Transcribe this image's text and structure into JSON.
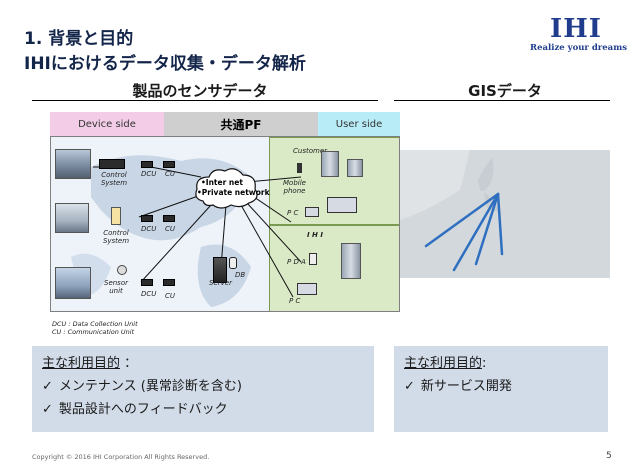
{
  "header": {
    "title_line1": "1. 背景と目的",
    "title_line2": "IHIにおけるデータ収集・データ解析",
    "logo_text": "IHI",
    "logo_tagline": "Realize your dreams"
  },
  "sections": {
    "left_heading": "製品のセンサデータ",
    "right_heading": "GISデータ"
  },
  "diagram": {
    "header_device": "Device side",
    "header_platform": "共通PF",
    "header_user": "User side",
    "control_system_1": "Control\nSystem",
    "control_system_2": "Control\nSystem",
    "sensor_unit": "Sensor\nunit",
    "dcu_1": "DCU",
    "cu_1": "CU",
    "dcu_2": "DCU",
    "cu_2": "CU",
    "dcu_3": "DCU",
    "cu_3": "CU",
    "cloud_line1": "•Inter net",
    "cloud_line2": "•Private network",
    "db_label": "DB",
    "server_label": "Server",
    "customer_label": "Customer",
    "mobile_label": "Mobile\nphone",
    "pc_customer_label": "P C",
    "ihi_label": "I H I",
    "pda_label": "P D A",
    "pc_ihi_label": "P C",
    "footnote_dcu": "DCU : Data Collection Unit",
    "footnote_cu": "CU : Communication Unit"
  },
  "purpose_left": {
    "heading_underlined": "主な利用目的",
    "heading_suffix": " ：",
    "items": [
      "メンテナンス (異常診断を含む)",
      "製品設計へのフィードバック"
    ]
  },
  "purpose_right": {
    "heading_underlined": "主な利用目的",
    "heading_suffix": ":",
    "items": [
      "新サービス開発"
    ]
  },
  "footer": {
    "copyright": "Copyright © 2016 IHI Corporation All Rights Reserved.",
    "page_number": "5"
  },
  "colors": {
    "title": "#14254a",
    "logo": "#1f3d8c",
    "device_header": "#f3cde8",
    "platform_header": "#cfcfcf",
    "user_header": "#b8ecf6",
    "user_zone": "#dbeac6",
    "purpose_box": "#d2dbe8",
    "gis_route": "#2f6fc0"
  }
}
